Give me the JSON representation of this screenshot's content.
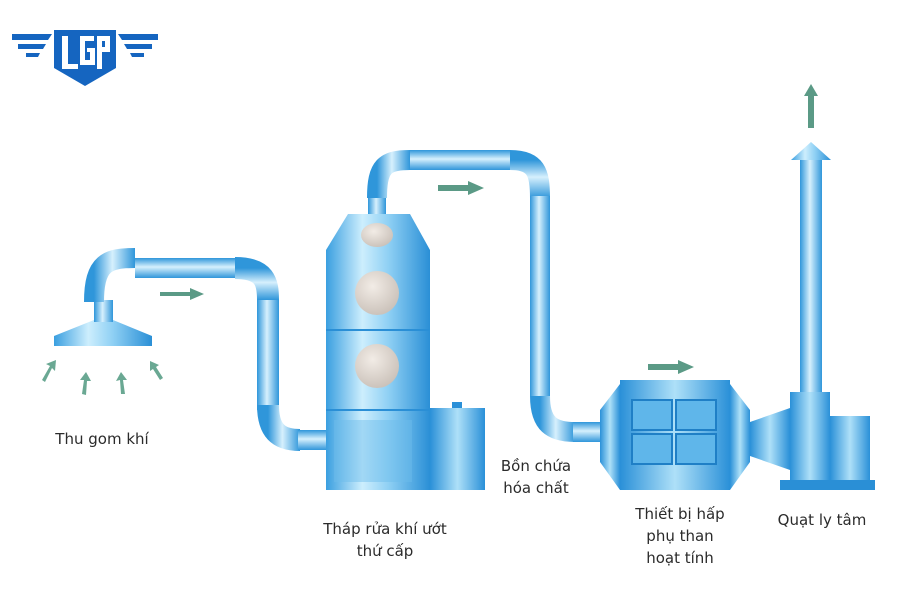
{
  "logo": {
    "text": "LGP",
    "color": "#1565c0"
  },
  "colors": {
    "equipment": "#3fa9e8",
    "equipment_light": "#bfe6fb",
    "flow_arrow": "#5b9a86",
    "intake_arrow": "#6aa893"
  },
  "labels": {
    "hood": "Thu gom khí",
    "scrubber": [
      "Tháp rửa khí ướt",
      "thứ cấp"
    ],
    "chemical_tank": [
      "Bồn chứa",
      "hóa chất"
    ],
    "carbon_filter": [
      "Thiết bị hấp",
      "phụ than",
      "hoạt tính"
    ],
    "fan": "Quạt ly tâm"
  },
  "flow_direction": "left-to-right, exhaust upward through stack"
}
